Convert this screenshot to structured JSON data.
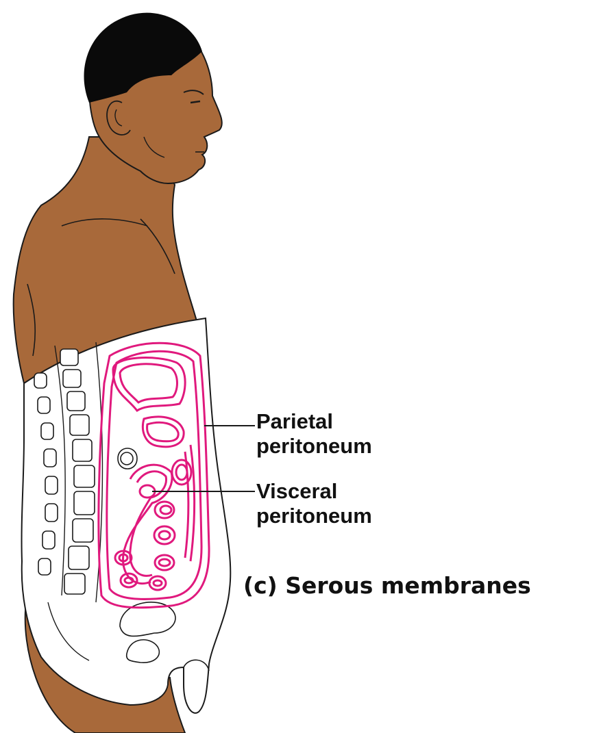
{
  "labels": {
    "parietal_line1": "Parietal",
    "parietal_line2": "peritoneum",
    "visceral_line1": "Visceral",
    "visceral_line2": "peritoneum",
    "caption": "(c) Serous membranes"
  },
  "colors": {
    "skin": "#A8693A",
    "hair": "#0a0a0a",
    "outline": "#1a1a1a",
    "peritoneum": "#E0197D",
    "section": "#ffffff"
  }
}
